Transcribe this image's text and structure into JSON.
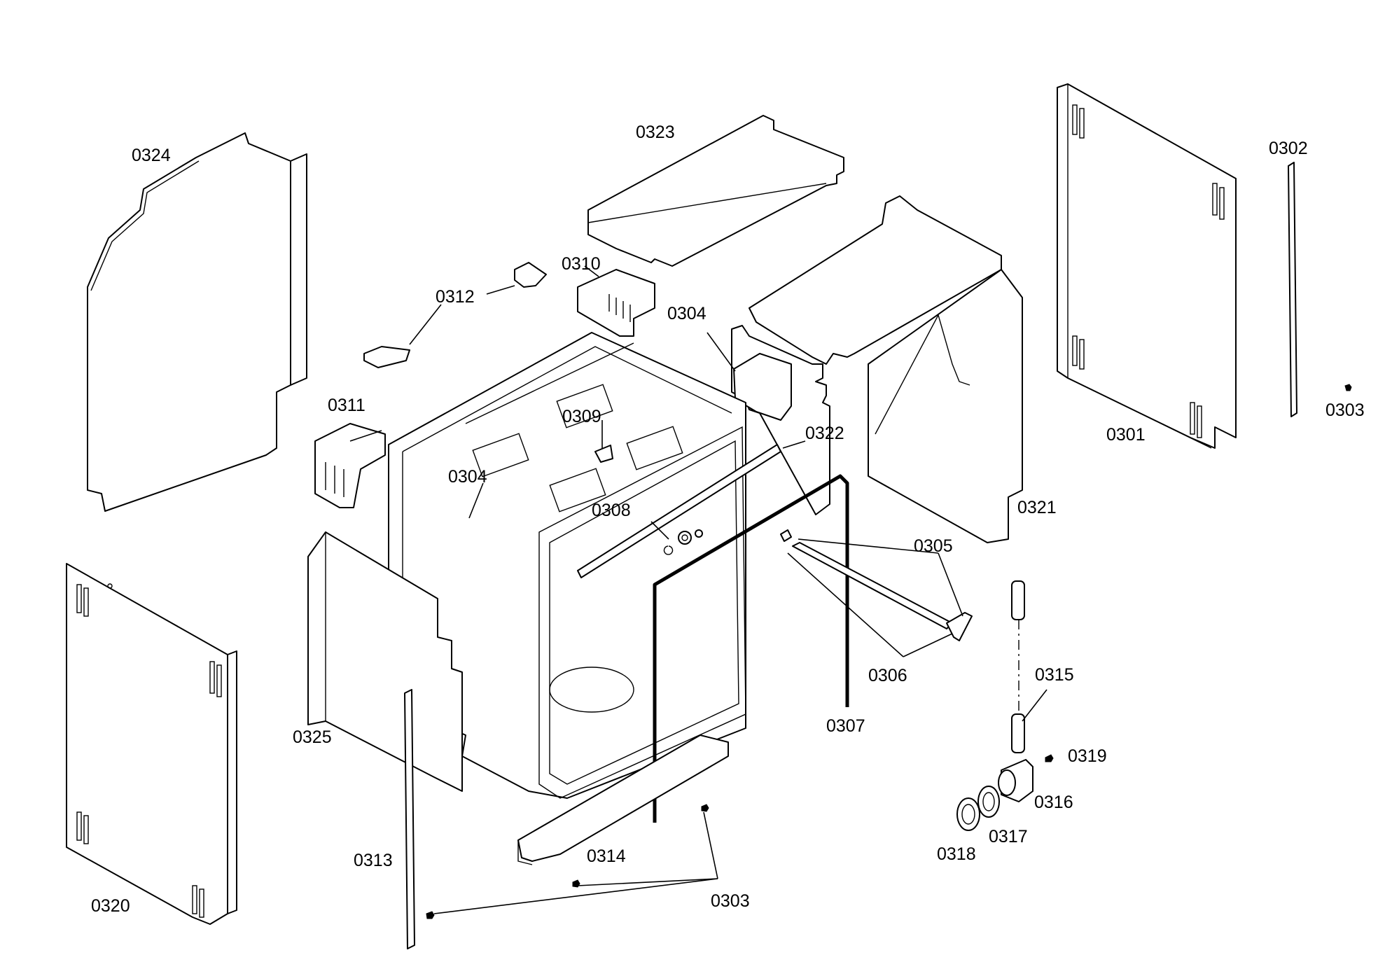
{
  "diagram": {
    "labels": {
      "p0301": "0301",
      "p0302": "0302",
      "p0303_right": "0303",
      "p0303_bottom": "0303",
      "p0304_upper": "0304",
      "p0304_lower": "0304",
      "p0305": "0305",
      "p0306": "0306",
      "p0307": "0307",
      "p0308": "0308",
      "p0309": "0309",
      "p0310": "0310",
      "p0311": "0311",
      "p0312": "0312",
      "p0313": "0313",
      "p0314": "0314",
      "p0315": "0315",
      "p0316": "0316",
      "p0317": "0317",
      "p0318": "0318",
      "p0319": "0319",
      "p0320": "0320",
      "p0321": "0321",
      "p0322": "0322",
      "p0323": "0323",
      "p0324": "0324",
      "p0325": "0325"
    }
  }
}
